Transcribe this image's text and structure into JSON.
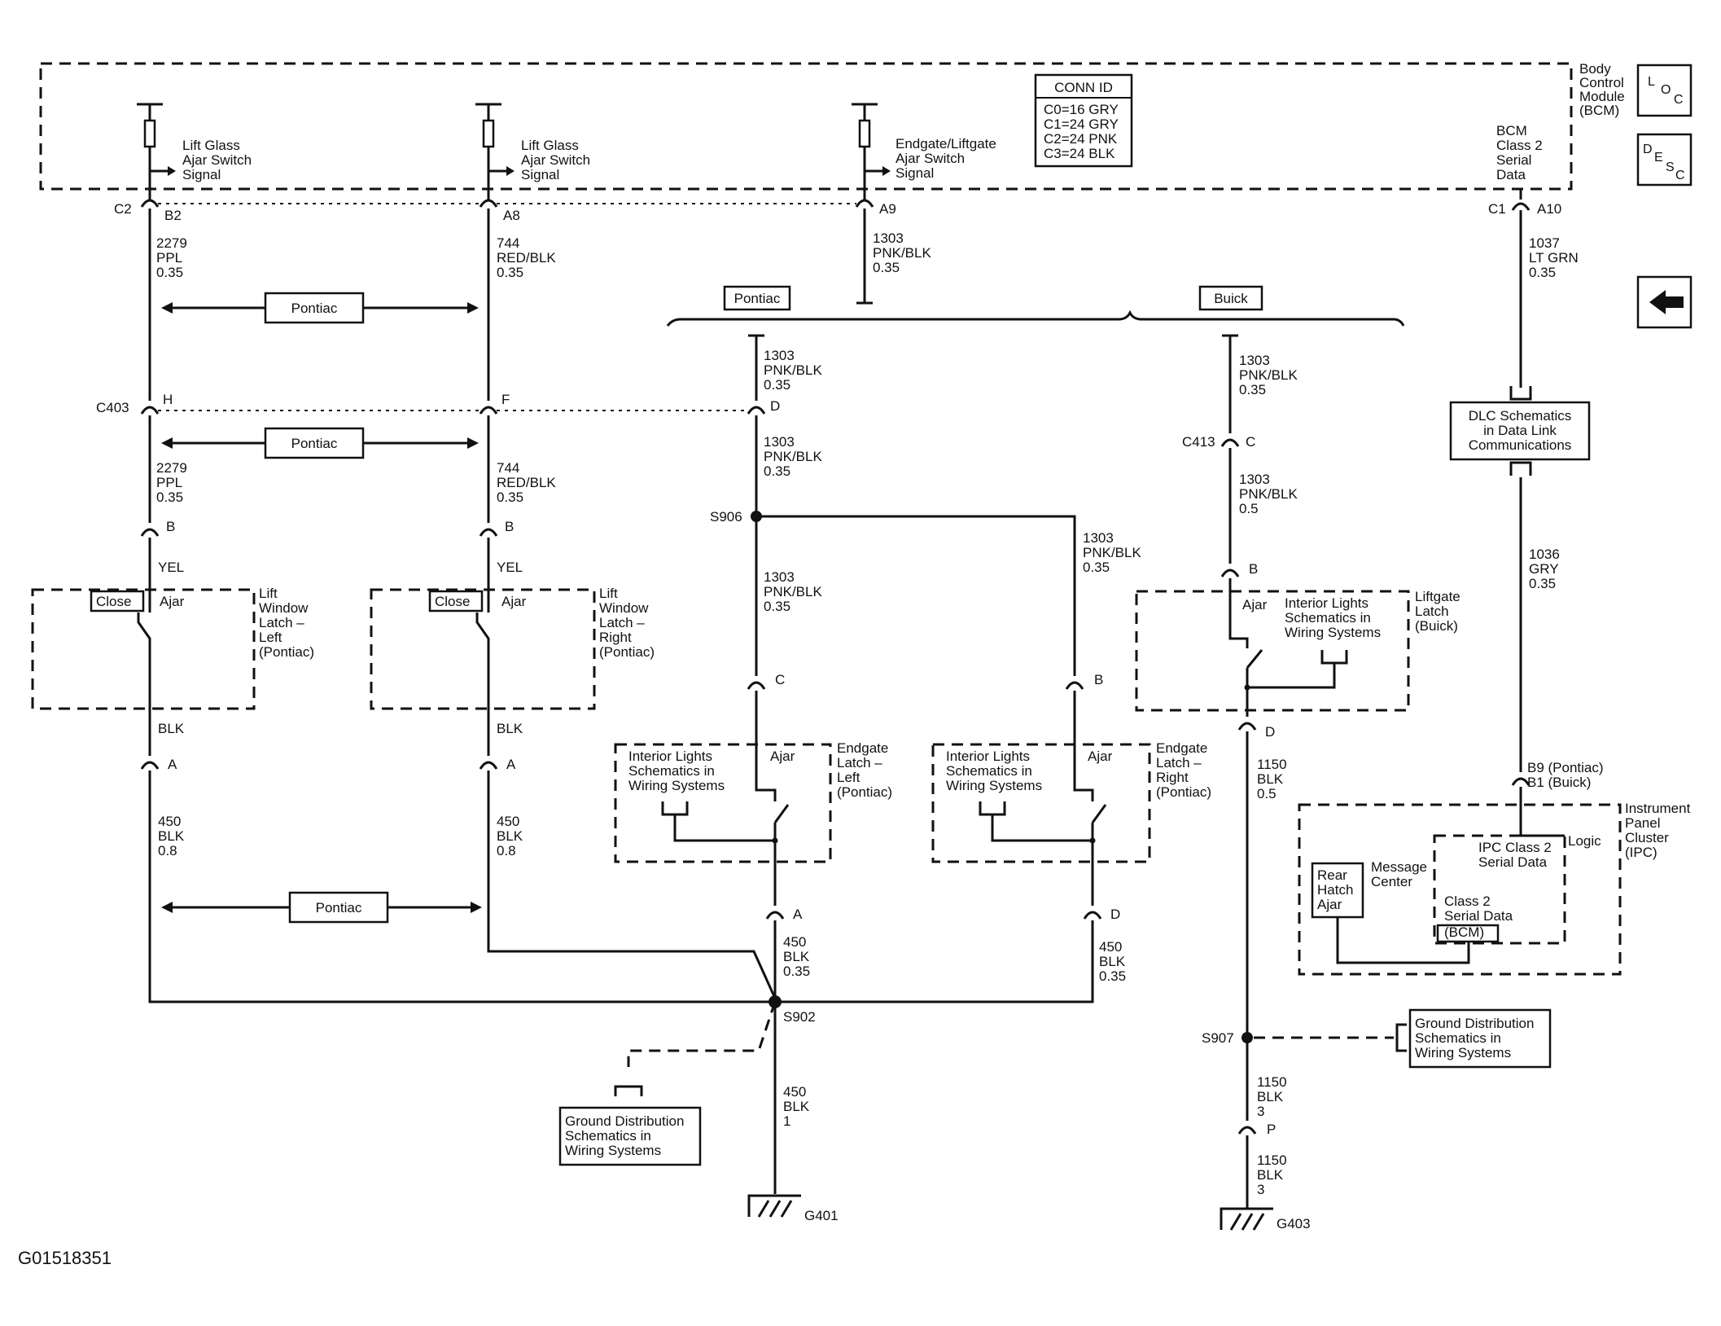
{
  "figure_id": "G01518351",
  "nav": {
    "loc_icon": "loc-icon",
    "desc_icon": "desc-icon",
    "back_icon": "arrow-left-icon"
  },
  "bcm": {
    "title": [
      "Body",
      "Control",
      "Module",
      "(BCM)"
    ],
    "conn_id_title": "CONN ID",
    "conn_ids": [
      "C0=16 GRY",
      "C1=24 GRY",
      "C2=24 PNK",
      "C3=24 BLK"
    ],
    "signal_left": [
      "Lift Glass",
      "Ajar Switch",
      "Signal"
    ],
    "signal_mid": [
      "Lift Glass",
      "Ajar Switch",
      "Signal"
    ],
    "signal_right": [
      "Endgate/Liftgate",
      "Ajar Switch",
      "Signal"
    ],
    "serial": [
      "BCM",
      "Class 2",
      "Serial",
      "Data"
    ]
  },
  "connectors": {
    "c2": "C2",
    "b2": "B2",
    "a8": "A8",
    "a9": "A9",
    "c1": "C1",
    "a10": "A10",
    "c403": "C403",
    "h": "H",
    "f": "F",
    "d403": "D",
    "c413": "C413",
    "c413pin": "C",
    "b_left": "B",
    "b_mid": "B",
    "a_left": "A",
    "a_mid": "A",
    "c_egl": "C",
    "b_egr": "B",
    "a_egl": "A",
    "d_egr": "D",
    "b_lg": "B",
    "d_lg": "D",
    "p": "P",
    "b9": "B9 (Pontiac)",
    "b1": "B1 (Buick)"
  },
  "wires": {
    "w2279": [
      "2279",
      "PPL",
      "0.35"
    ],
    "w744": [
      "744",
      "RED/BLK",
      "0.35"
    ],
    "w1303a": [
      "1303",
      "PNK/BLK",
      "0.35"
    ],
    "w1037": [
      "1037",
      "LT GRN",
      "0.35"
    ],
    "w1303b": [
      "1303",
      "PNK/BLK",
      "0.35"
    ],
    "w1303c": [
      "1303",
      "PNK/BLK",
      "0.35"
    ],
    "w1303d": [
      "1303",
      "PNK/BLK",
      "0.35"
    ],
    "w2279b": [
      "2279",
      "PPL",
      "0.35"
    ],
    "w744b": [
      "744",
      "RED/BLK",
      "0.35"
    ],
    "w1303e": [
      "1303",
      "PNK/BLK",
      "0.35"
    ],
    "w1303f": [
      "1303",
      "PNK/BLK",
      "0.35"
    ],
    "w1303g": [
      "1303",
      "PNK/BLK",
      "0.5"
    ],
    "w1036": [
      "1036",
      "GRY",
      "0.35"
    ],
    "yel1": "YEL",
    "yel2": "YEL",
    "blk1": "BLK",
    "blk2": "BLK",
    "w450a": [
      "450",
      "BLK",
      "0.8"
    ],
    "w450b": [
      "450",
      "BLK",
      "0.8"
    ],
    "w450c": [
      "450",
      "BLK",
      "0.35"
    ],
    "w450d": [
      "450",
      "BLK",
      "0.35"
    ],
    "w450e": [
      "450",
      "BLK",
      "1"
    ],
    "w1150a": [
      "1150",
      "BLK",
      "0.5"
    ],
    "w1150b": [
      "1150",
      "BLK",
      "3"
    ],
    "w1150c": [
      "1150",
      "BLK",
      "3"
    ]
  },
  "options": {
    "pontiac": "Pontiac",
    "buick": "Buick"
  },
  "splices": {
    "s906": "S906",
    "s902": "S902",
    "s907": "S907"
  },
  "grounds": {
    "g401": "G401",
    "g403": "G403"
  },
  "components": {
    "lw_left": [
      "Lift",
      "Window",
      "Latch –",
      "Left",
      "(Pontiac)"
    ],
    "lw_right": [
      "Lift",
      "Window",
      "Latch –",
      "Right",
      "(Pontiac)"
    ],
    "close": "Close",
    "ajar": "Ajar",
    "eg_left": [
      "Endgate",
      "Latch –",
      "Left",
      "(Pontiac)"
    ],
    "eg_right": [
      "Endgate",
      "Latch –",
      "Right",
      "(Pontiac)"
    ],
    "interior": [
      "Interior Lights",
      "Schematics in",
      "Wiring Systems"
    ],
    "lg": [
      "Liftgate",
      "Latch",
      "(Buick)"
    ],
    "dlc": [
      "DLC Schematics",
      "in Data Link",
      "Communications"
    ],
    "ground_dist": [
      "Ground Distribution",
      "Schematics in",
      "Wiring Systems"
    ],
    "ipc": [
      "Instrument",
      "Panel",
      "Cluster",
      "(IPC)"
    ],
    "logic": "Logic",
    "ipc_serial": [
      "IPC Class 2",
      "Serial Data"
    ],
    "class2_bcm": [
      "Class 2",
      "Serial Data",
      "(BCM)"
    ],
    "msg_center": [
      "Message",
      "Center"
    ],
    "rear_hatch": [
      "Rear",
      "Hatch",
      "Ajar"
    ]
  }
}
